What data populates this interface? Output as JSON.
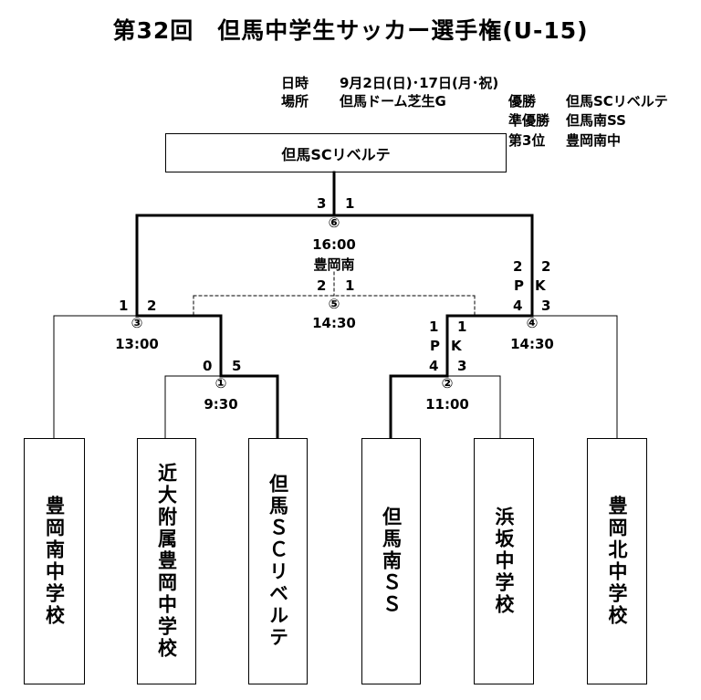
{
  "title": "第32回　但馬中学生サッカー選手権(U-15)",
  "info": {
    "date_label": "日時",
    "date_value": "9月2日(日)･17日(月･祝)",
    "place_label": "場所",
    "place_value": "但馬ドーム芝生G"
  },
  "results": {
    "winner_label": "優勝",
    "winner": "但馬SCリベルテ",
    "runner_up_label": "準優勝",
    "runner_up": "但馬南SS",
    "third_label": "第3位",
    "third": "豊岡南中"
  },
  "champion_box": "但馬SCリベルテ",
  "teams": [
    "豊岡南中学校",
    "近大附属豊岡中学校",
    "但馬ＳＣリベルテ",
    "但馬南ＳＳ",
    "浜坂中学校",
    "豊岡北中学校"
  ],
  "matches": {
    "m1": {
      "no": "①",
      "time": "9:30",
      "score_left": "0",
      "score_right": "5"
    },
    "m2": {
      "no": "②",
      "time": "11:00",
      "score_left": "1",
      "score_right": "1",
      "pk_left": "P",
      "pk_right": "K",
      "pk_score_left": "4",
      "pk_score_right": "3"
    },
    "m3": {
      "no": "③",
      "time": "13:00",
      "score_left": "1",
      "score_right": "2"
    },
    "m4": {
      "no": "④",
      "time": "14:30",
      "score_left": "2",
      "score_right": "2",
      "pk_left": "P",
      "pk_right": "K",
      "pk_score_left": "4",
      "pk_score_right": "3"
    },
    "m5": {
      "no": "⑤",
      "time": "14:30",
      "score_left": "2",
      "score_right": "1"
    },
    "m6": {
      "no": "⑥",
      "time": "16:00",
      "venue": "豊岡南",
      "score_left": "3",
      "score_right": "1"
    }
  },
  "chart_data": {
    "type": "table",
    "title": "第32回　但馬中学生サッカー選手権(U-15)",
    "rounds": [
      {
        "match": "①",
        "time": "9:30",
        "home": "近大附属豊岡中学校",
        "away": "但馬ＳＣリベルテ",
        "score": [
          0,
          5
        ]
      },
      {
        "match": "②",
        "time": "11:00",
        "home": "但馬南ＳＳ",
        "away": "浜坂中学校",
        "score": [
          1,
          1
        ],
        "pk": [
          4,
          3
        ]
      },
      {
        "match": "③",
        "time": "13:00",
        "home": "豊岡南中学校",
        "away": "但馬ＳＣリベルテ",
        "score": [
          1,
          2
        ]
      },
      {
        "match": "④",
        "time": "14:30",
        "home": "但馬南ＳＳ",
        "away": "豊岡北中学校",
        "score": [
          2,
          2
        ],
        "pk": [
          4,
          3
        ]
      },
      {
        "match": "⑤",
        "time": "14:30",
        "home": "豊岡南中学校",
        "away": "豊岡北中学校",
        "score": [
          2,
          1
        ]
      },
      {
        "match": "⑥",
        "time": "16:00",
        "venue": "豊岡南",
        "home": "但馬ＳＣリベルテ",
        "away": "但馬南ＳＳ",
        "score": [
          3,
          1
        ]
      }
    ]
  }
}
